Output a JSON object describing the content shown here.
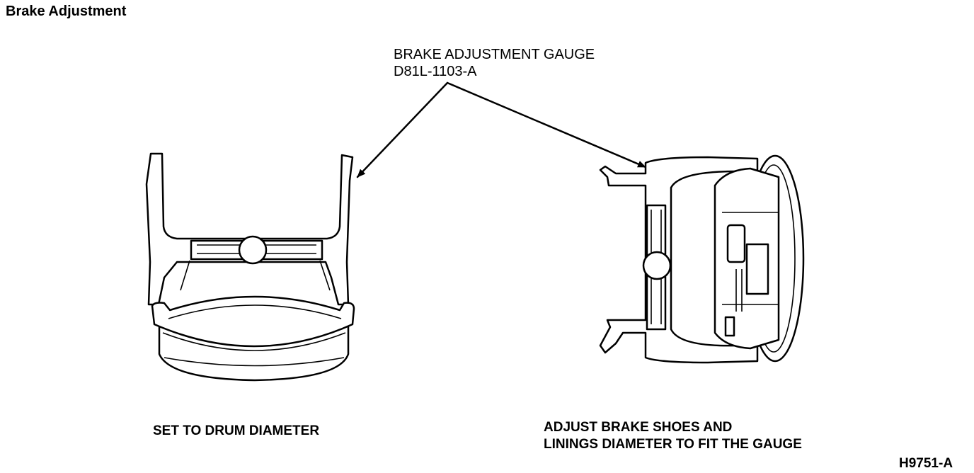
{
  "title": "Brake Adjustment",
  "callout": {
    "line1": "BRAKE ADJUSTMENT GAUGE",
    "line2": "D81L-1103-A"
  },
  "captions": {
    "left": "SET TO DRUM DIAMETER",
    "right_line1": "ADJUST BRAKE SHOES AND",
    "right_line2": "LININGS DIAMETER TO FIT THE GAUGE"
  },
  "figure_id": "H9751-A"
}
